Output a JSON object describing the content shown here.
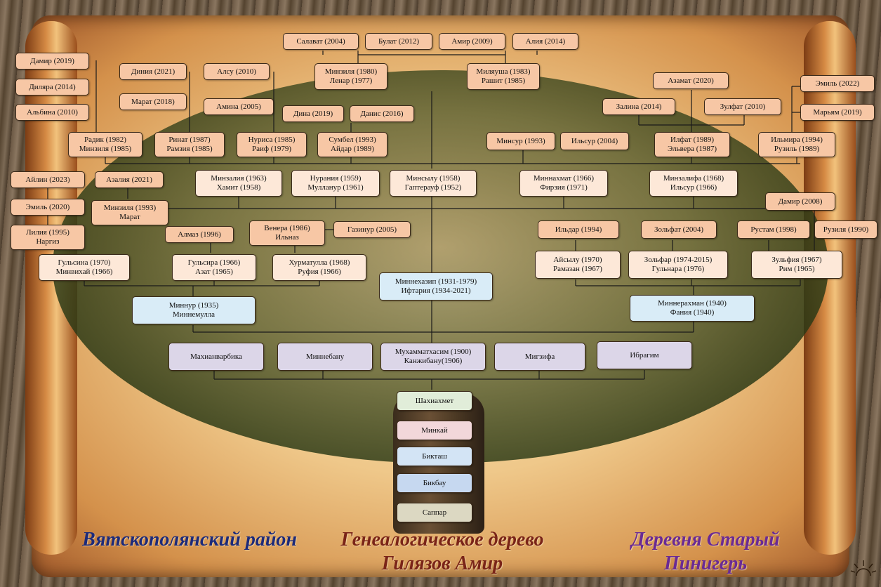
{
  "colors": {
    "peach": "#f7c7a5",
    "cream": "#fde8d8",
    "blue": "#d9ecf7",
    "lavender": "#dcd6e8",
    "line": "#1a1a1a",
    "footer_left": "#1c2a7a",
    "footer_center": "#7a2418",
    "footer_right": "#6a2a94"
  },
  "icons": {
    "sun": "sun-rays-icon"
  },
  "tree": {
    "gen_youngest": {
      "salavat": "Салават (2004)",
      "bulat": "Булат (2012)",
      "amir": "Амир (2009)",
      "aliya": "Алия (2014)",
      "damir2019": "Дамир (2019)",
      "dilyara": "Диляра (2014)",
      "albina": "Альбина (2010)",
      "diniya": "Диния (2021)",
      "marat2018": "Марат (2018)",
      "alsu": "Алсу (2010)",
      "amina": "Амина (2005)",
      "dina": "Дина (2019)",
      "danis": "Данис (2016)",
      "azamat": "Азамат (2020)",
      "zalina": "Залина (2014)",
      "zulfat": "Зулфат (2010)",
      "emil2022": "Эмиль (2022)",
      "maryam": "Марьям (2019)",
      "aylin": "Айлин (2023)",
      "emil2020": "Эмиль (2020)",
      "azaliya": "Азалия (2021)",
      "minsur": "Минсур (1993)",
      "ilsur2004": "Ильсур (2004)",
      "damir2008": "Дамир (2008)"
    },
    "couples_top": {
      "minzilya1980": [
        "Минзиля (1980)",
        "Ленар (1977)"
      ],
      "milyausha": [
        "Миляуша (1983)",
        "Рашит (1985)"
      ],
      "radik": [
        "Радик (1982)",
        "Минзиля (1985)"
      ],
      "rinat": [
        "Ринат (1987)",
        "Рамзия (1985)"
      ],
      "nurisa": [
        "Нуриса (1985)",
        "Раиф (1979)"
      ],
      "sumbel": [
        "Сумбел (1993)",
        "Айдар (1989)"
      ],
      "ilfat": [
        "Илфат (1989)",
        "Эльвера (1987)"
      ],
      "ilmira": [
        "Ильмира (1994)",
        "Рузиль (1989)"
      ],
      "minzilya1993": [
        "Минзиля (1993)",
        "Марат"
      ],
      "liliya": [
        "Лилия (1995)",
        "Наргиз"
      ],
      "venera": [
        "Венера (1986)",
        "Ильназ"
      ]
    },
    "gen_children": {
      "minzaliya": [
        "Минзалия (1963)",
        "Хамит (1958)"
      ],
      "nuraniya": [
        "Нурания (1959)",
        "Мулланур (1961)"
      ],
      "minsylu": [
        "Минсылу (1958)",
        "Гаптерауф (1952)"
      ],
      "minnahmat": [
        "Миннахмат (1966)",
        "Фирзия (1971)"
      ],
      "minzalifa": [
        "Минзалифа (1968)",
        "Ильсур (1966)"
      ],
      "gulsina": [
        "Гульсина (1970)",
        "Минвихай (1966)"
      ],
      "gulsira": [
        "Гульсира (1966)",
        "Азат (1965)"
      ],
      "hurmatulla": [
        "Хурматулла (1968)",
        "Руфия (1966)"
      ],
      "aysylu": [
        "Айсылу (1970)",
        "Рамазан (1967)"
      ],
      "zolfar": [
        "Зольфар (1974-2015)",
        "Гульнара (1976)"
      ],
      "zulfiya": [
        "Зульфия (1967)",
        "Рим (1965)"
      ],
      "almaz": "Алмаз (1996)",
      "gazinur": "Газинур (2005)",
      "ildar": "Ильдар (1994)",
      "zolfat": "Зольфат (2004)",
      "rustam": "Рустам (1998)",
      "ruzilya": "Рузиля (1990)"
    },
    "gen_parents": {
      "minnehazip": [
        "Миннехазип (1931-1979)",
        "Ифтария (1934-2021)"
      ],
      "minnur": [
        "Миннур (1935)",
        "Миннемулла"
      ],
      "minnerahman": [
        "Миннерахман (1940)",
        "Фания (1940)"
      ]
    },
    "gen_grand": {
      "mahianvarbika": "Махианварбика",
      "minnebanu": "Миннебану",
      "muhammathasim": [
        "Мухамматхасим (1900)",
        "Канжибану(1906)"
      ],
      "migzifa": "Мигзифа",
      "ibragim": "Ибрагим"
    },
    "ancestors": [
      "Шахиахмет",
      "Минкай",
      "Бикташ",
      "Бикбау",
      "Саппар"
    ]
  },
  "footer": {
    "left": "Вятскополянский район",
    "center_line1": "Генеалогическое дерево",
    "center_line2": "Гилязов Амир",
    "right_line1": "Деревня Старый",
    "right_line2": "Пинигерь"
  }
}
